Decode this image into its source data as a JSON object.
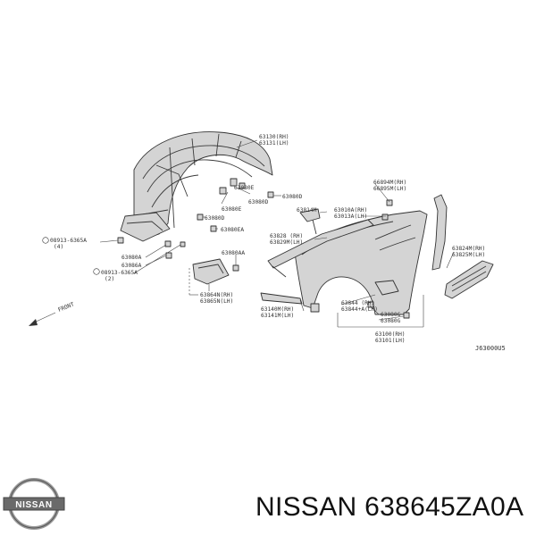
{
  "labels": {
    "l_63130": "63130(RH)",
    "l_63131": "63131(LH)",
    "l_63080E_top": "63080E",
    "l_63080D_top": "63080D",
    "l_63080E_mid": "63080E",
    "l_63080D_mid": "63080D",
    "l_63080EA": "63080EA",
    "l_08913_6365A_1": "08913-6365A",
    "l_qty_4": "(4)",
    "l_63080A": "63080A",
    "l_63086A": "63086A",
    "l_08913_6365A_2": "08913-6365A",
    "l_qty_2": "(2)",
    "l_63080AA": "63080AA",
    "l_63864N": "63864N(RH)",
    "l_63865N": "63865N(LH)",
    "l_front": "FRONT",
    "l_66894M": "66894M(RH)",
    "l_66895M": "66895M(LH)",
    "l_63814M": "63814M",
    "l_63010A": "63010A(RH)",
    "l_63013A": "63013A(LH)",
    "l_63828": "63828 (RH)",
    "l_63829M": "63829M(LH)",
    "l_63824M": "63824M(RH)",
    "l_63825M": "63825M(LH)",
    "l_63140M": "63140M(RH)",
    "l_63141M": "63141M(LH)",
    "l_63844": "63844 (RH)",
    "l_63844A": "63844+A(LH)",
    "l_63080G": "63080G",
    "l_63080G_2": "63080G",
    "l_63100": "63100(RH)",
    "l_63101": "63101(LH)",
    "l_ref_code": "J63000U5"
  },
  "logo": {
    "icon": "nissan-logo-icon",
    "text": "NISSAN"
  },
  "footer": {
    "title": "NISSAN 638645ZA0A"
  }
}
